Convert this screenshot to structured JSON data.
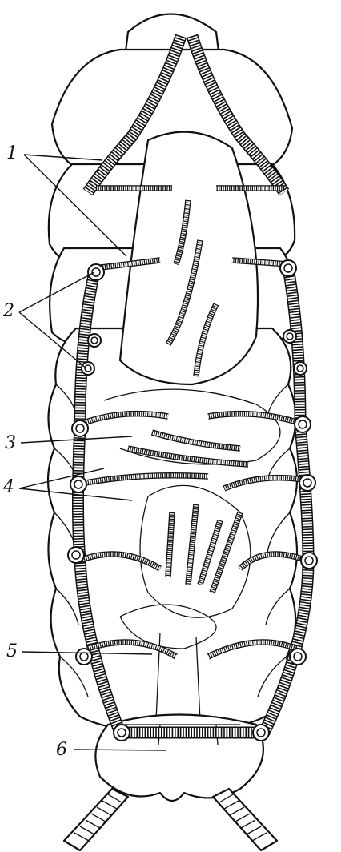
{
  "labels": [
    {
      "id": "1",
      "text": "1"
    },
    {
      "id": "2",
      "text": "2"
    },
    {
      "id": "3",
      "text": "3"
    },
    {
      "id": "4",
      "text": "4"
    },
    {
      "id": "5",
      "text": "5"
    },
    {
      "id": "6",
      "text": "6"
    }
  ],
  "icons": {
    "figure": "insect-larva-tracheal-system-illustration"
  }
}
